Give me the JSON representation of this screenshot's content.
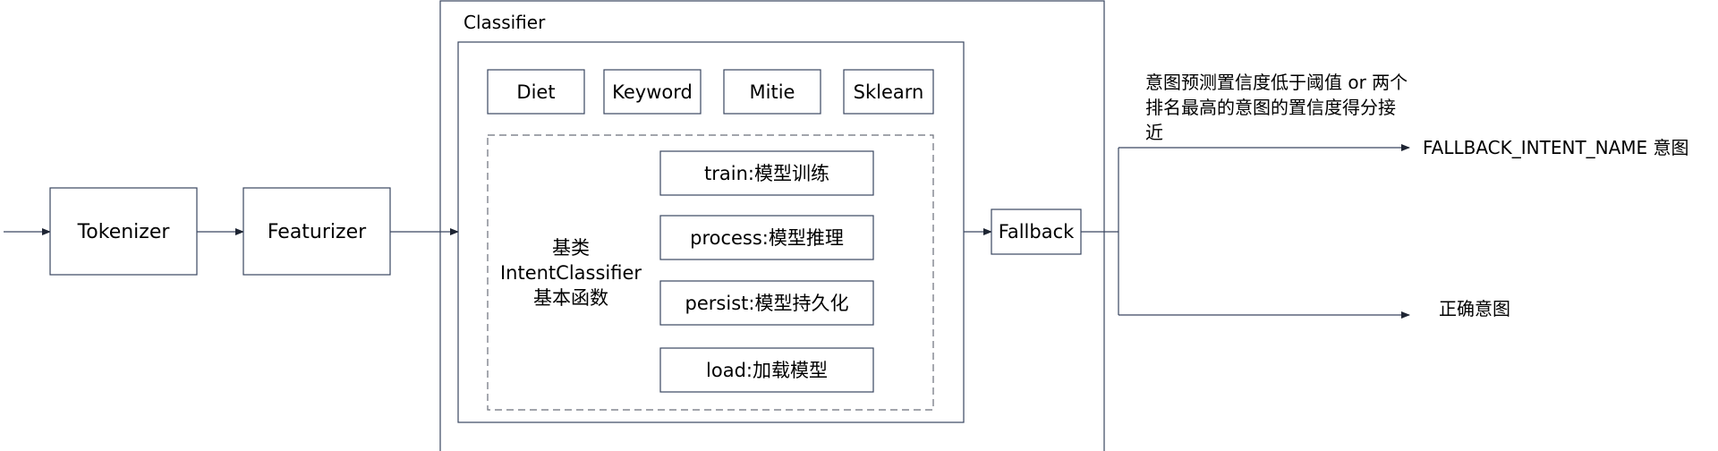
{
  "pipeline": {
    "tokenizer": "Tokenizer",
    "featurizer": "Featurizer",
    "fallback": "Fallback"
  },
  "classifier": {
    "title": "Classifier",
    "models": [
      "Diet",
      "Keyword",
      "Mitie",
      "Sklearn"
    ],
    "base": {
      "label_line1": "基类",
      "label_line2": "IntentClassifier",
      "label_line3": "基本函数",
      "functions": [
        "train:模型训练",
        "process:模型推理",
        "persist:模型持久化",
        "load:加载模型"
      ]
    }
  },
  "outputs": {
    "condition_line1": "意图预测置信度低于阈值 or 两个",
    "condition_line2": "排名最高的意图的置信度得分接",
    "condition_line3": "近",
    "fallback_target": "FALLBACK_INTENT_NAME 意图",
    "normal_target": "正确意图"
  },
  "colors": {
    "box_stroke": "#3a4660",
    "dashed_stroke": "#6a6f7a",
    "line": "#3a4660"
  }
}
